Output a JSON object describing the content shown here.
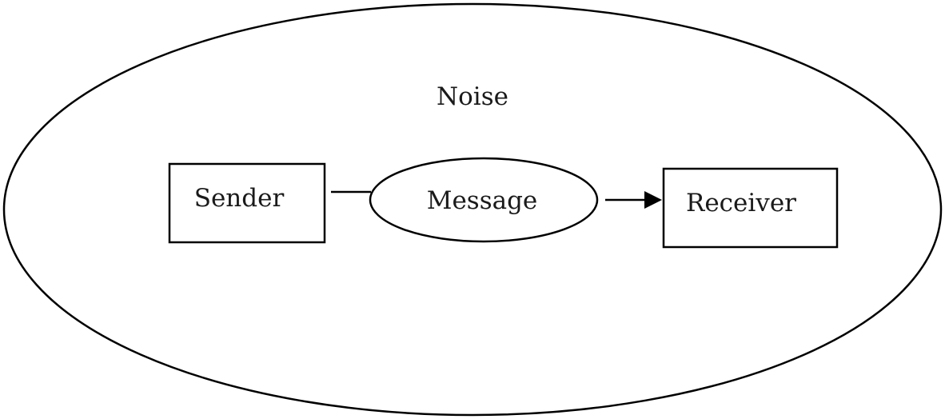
{
  "diagram": {
    "outer_label": "Noise",
    "nodes": {
      "sender": "Sender",
      "message": "Message",
      "receiver": "Receiver"
    }
  }
}
